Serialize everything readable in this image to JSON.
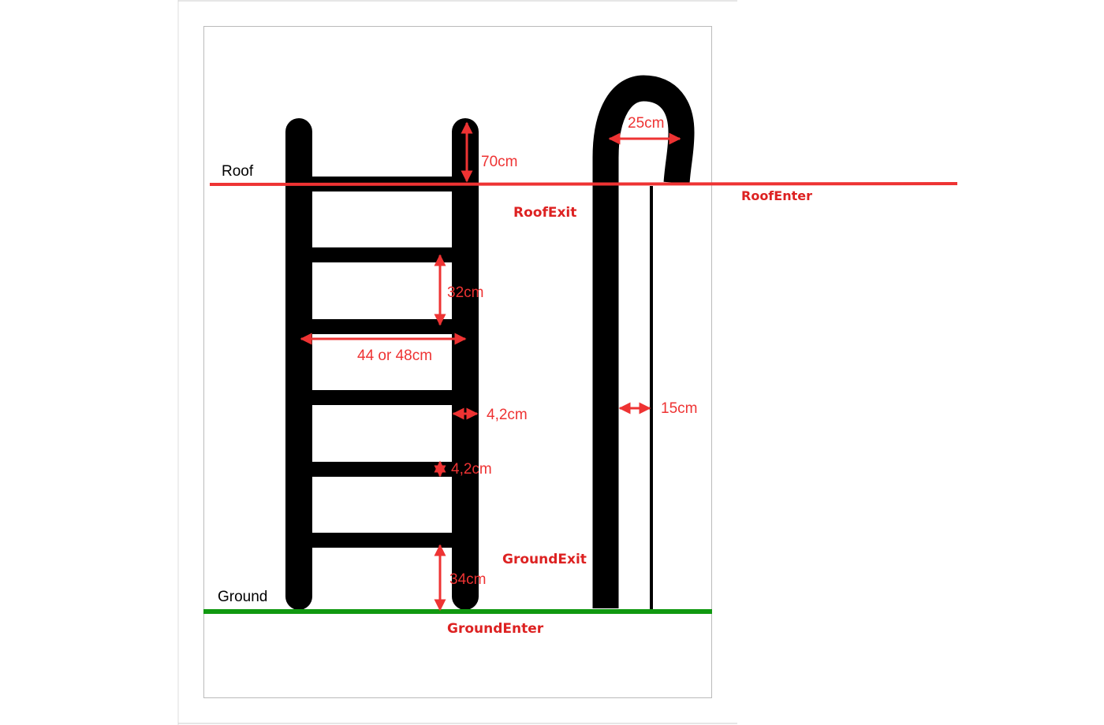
{
  "labels": {
    "roof": "Roof",
    "ground": "Ground",
    "roof_exit": "RoofExit",
    "roof_enter": "RoofEnter",
    "ground_exit": "GroundExit",
    "ground_enter": "GroundEnter"
  },
  "dimensions": {
    "top_extension": "70cm",
    "rung_gap": "32cm",
    "ladder_width": "44 or 48cm",
    "rail_thickness": "4,2cm",
    "rung_thickness": "4,2cm",
    "bottom_gap": "34cm",
    "hook_width": "25cm",
    "hook_offset": "15cm"
  },
  "colors": {
    "roof_line": "#ee3333",
    "ground_line": "#119911",
    "dimension": "#ee3333",
    "ladder": "#000000",
    "label_red": "#dd2222"
  }
}
